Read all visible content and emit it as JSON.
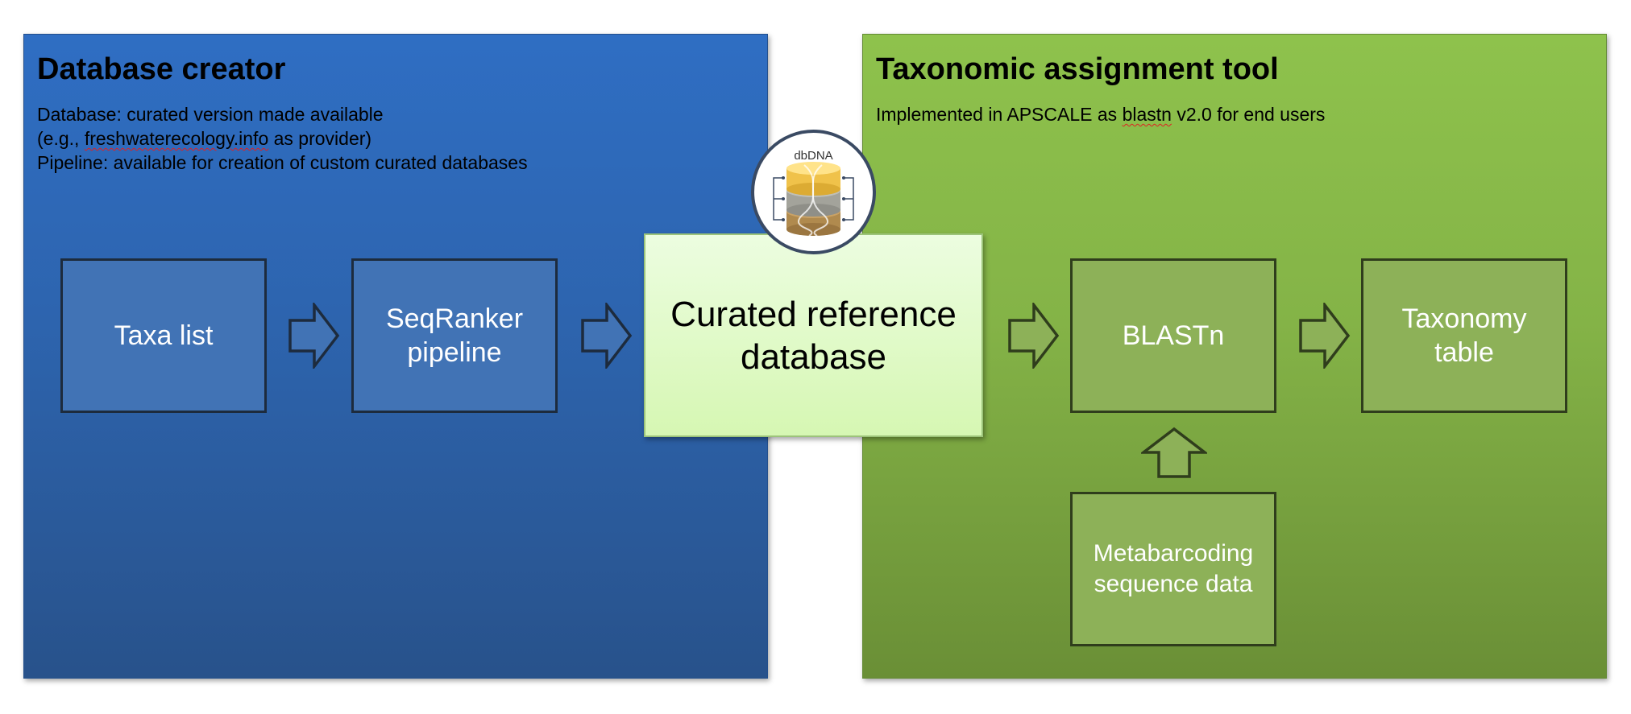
{
  "left_panel": {
    "title": "Database creator",
    "desc_line1": "Database: curated version made available",
    "desc_line2_pre": "(e.g., ",
    "desc_line2_link": "freshwaterecology.info",
    "desc_line2_post": " as provider)",
    "desc_line3": "Pipeline: available for creation of custom curated databases"
  },
  "right_panel": {
    "title": "Taxonomic assignment tool",
    "desc_pre": "Implemented in APSCALE as ",
    "desc_word": "blastn",
    "desc_post": " v2.0 for end users"
  },
  "nodes": {
    "taxa_list": "Taxa list",
    "seqranker_1": "SeqRanker",
    "seqranker_2": "pipeline",
    "curated_1": "Curated reference",
    "curated_2": "database",
    "blastn": "BLASTn",
    "taxonomy_1": "Taxonomy",
    "taxonomy_2": "table",
    "metabarcoding_1": "Metabarcoding",
    "metabarcoding_2": "sequence data"
  },
  "logo": {
    "label": "dbDNA",
    "icon": "database-dna-icon"
  },
  "colors": {
    "left_panel": "#2d64ae",
    "right_panel": "#84b347",
    "blue_box": "#4173b5",
    "green_box": "#8db158",
    "center_box": "#d6f7b3"
  }
}
